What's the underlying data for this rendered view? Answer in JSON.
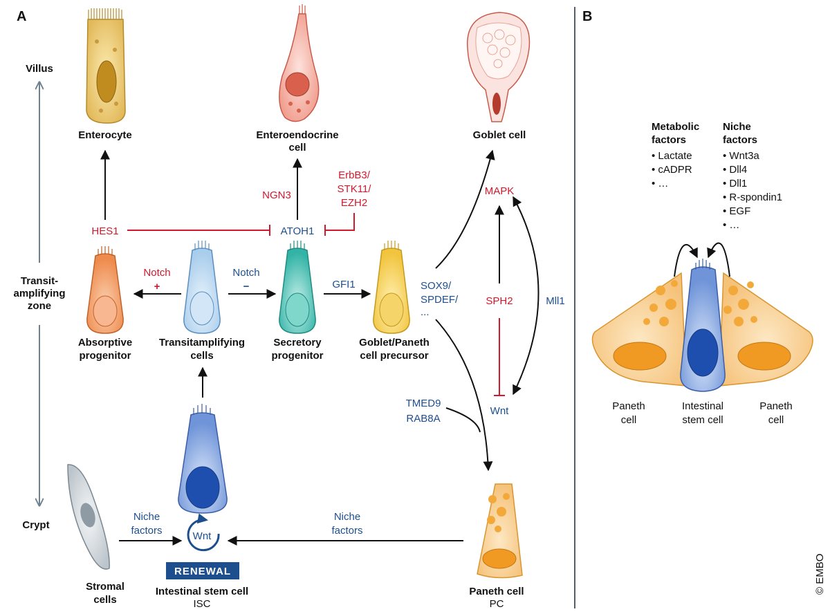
{
  "panels": {
    "a": "A",
    "b": "B"
  },
  "axis": {
    "villus": "Villus",
    "transit_1": "Transit-",
    "transit_2": "amplifying",
    "transit_3": "zone",
    "crypt": "Crypt"
  },
  "cells": {
    "enterocyte": "Enterocyte",
    "enteroendocrine_1": "Enteroendocrine",
    "enteroendocrine_2": "cell",
    "goblet": "Goblet cell",
    "absorptive_1": "Absorptive",
    "absorptive_2": "progenitor",
    "transit_1": "Transitamplifying",
    "transit_2": "cells",
    "secretory_1": "Secretory",
    "secretory_2": "progenitor",
    "precursor_1": "Goblet/Paneth",
    "precursor_2": "cell precursor",
    "stromal_1": "Stromal",
    "stromal_2": "cells",
    "isc_1": "Intestinal stem cell",
    "isc_2": "ISC",
    "paneth_1": "Paneth cell",
    "paneth_2": "PC"
  },
  "factors": {
    "hes1": "HES1",
    "atoh1": "ATOH1",
    "ngn3": "NGN3",
    "erbb3": "ErbB3/",
    "stk11": "STK11/",
    "ezh2": "EZH2",
    "notch_left": "Notch",
    "notch_plus": "+",
    "notch_right": "Notch",
    "notch_minus": "−",
    "gfi1": "GFI1",
    "sox9": "SOX9/",
    "spdef": "SPDEF/",
    "ellipsis": "...",
    "mapk": "MAPK",
    "sph2": "SPH2",
    "mll1": "Mll1",
    "wnt": "Wnt",
    "tmed9": "TMED9",
    "rab8a": "RAB8A",
    "niche_1": "Niche",
    "niche_2": "factors",
    "niche_3": "Niche",
    "niche_4": "factors",
    "wnt_cycle": "Wnt",
    "renewal": "RENEWAL"
  },
  "panel_b": {
    "metabolic_1": "Metabolic",
    "metabolic_2": "factors",
    "metabolic_items": [
      "Lactate",
      "cADPR",
      "…"
    ],
    "niche_1": "Niche",
    "niche_2": "factors",
    "niche_items": [
      "Wnt3a",
      "Dll4",
      "Dll1",
      "R-spondin1",
      "EGF",
      "…"
    ],
    "paneth_left_1": "Paneth",
    "paneth_left_2": "cell",
    "stem_1": "Intestinal",
    "stem_2": "stem cell",
    "paneth_right_1": "Paneth",
    "paneth_right_2": "cell"
  },
  "copyright": "© EMBO",
  "colors": {
    "red": "#d0192c",
    "blue": "#1d4f8f",
    "divider": "#555e66",
    "axis": "#6e7f8d"
  }
}
